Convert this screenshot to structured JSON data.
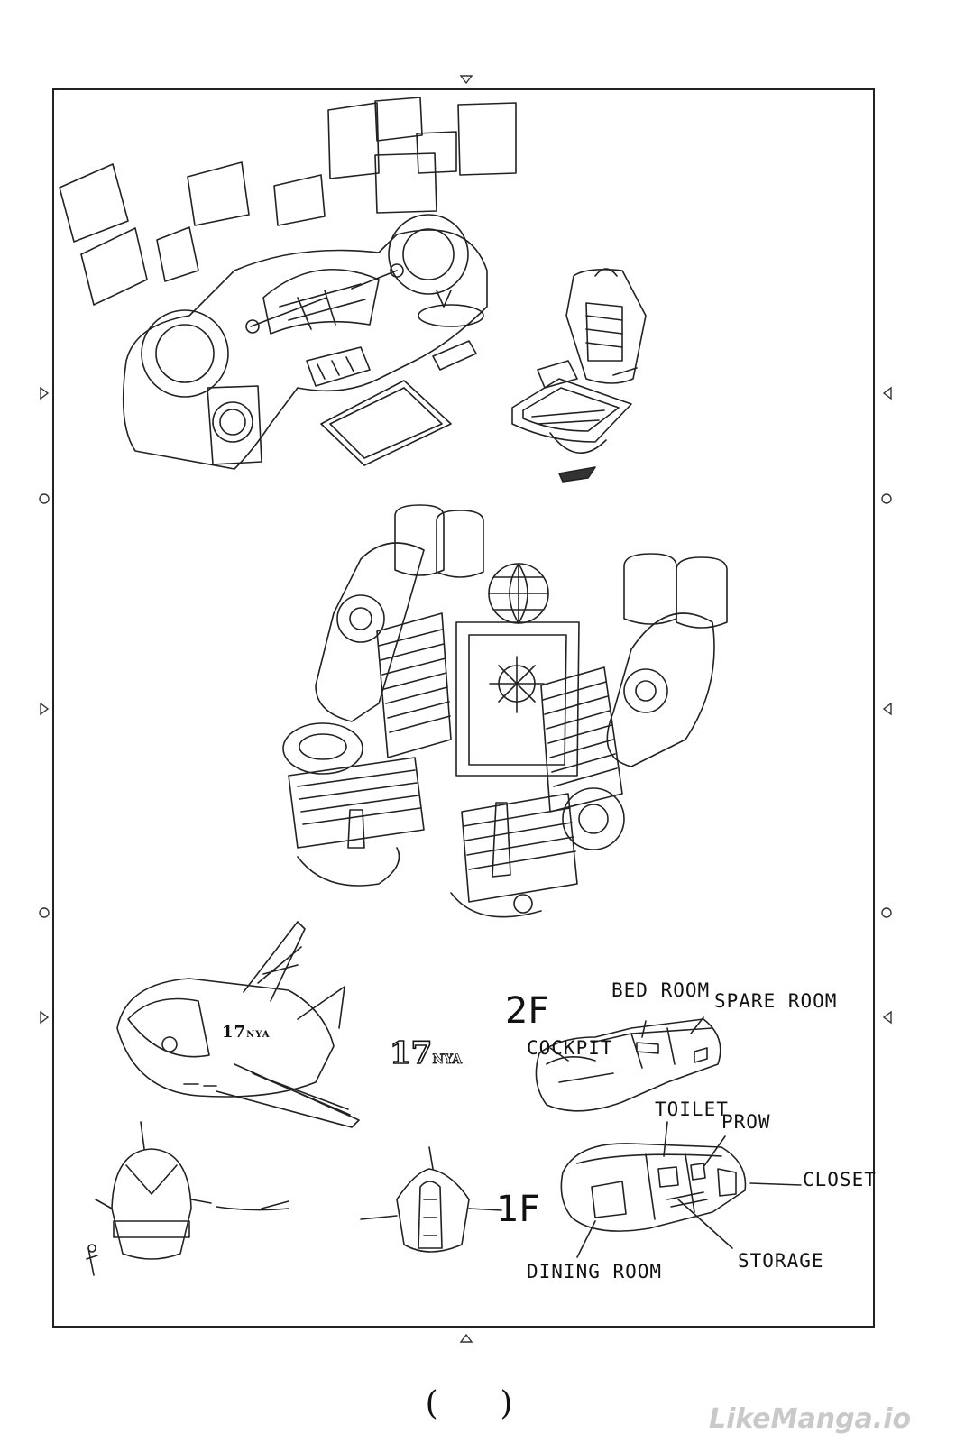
{
  "labels": {
    "floor_2": "2F",
    "floor_1": "1F",
    "bed_room": "BED ROOM",
    "spare_room": "SPARE ROOM",
    "cockpit": "COCKPIT",
    "toilet": "TOILET",
    "prow": "PROW",
    "closet": "CLOSET",
    "storage": "STORAGE",
    "dining_room": "DINING ROOM"
  },
  "ship_marking": {
    "number": "17",
    "suffix": "NYA"
  },
  "page_number": "(      )",
  "watermark": "LikeManga.io"
}
